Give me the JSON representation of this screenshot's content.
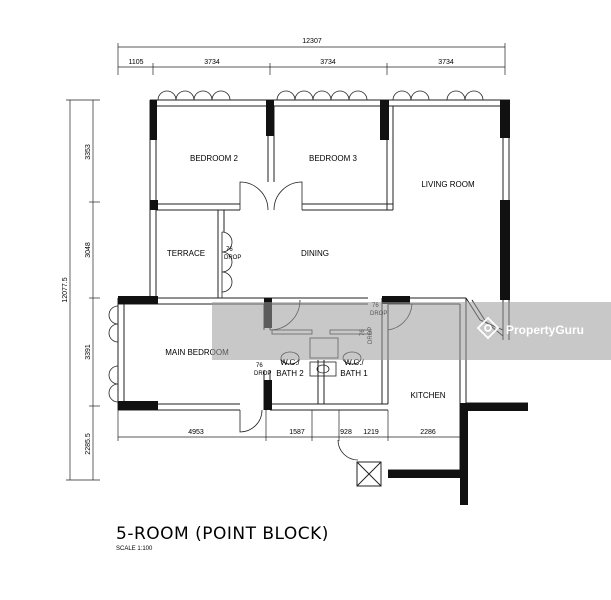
{
  "dimensions": {
    "overall_width": "12307",
    "top_segments": [
      "1105",
      "3734",
      "3734",
      "3734"
    ],
    "overall_height": "12077.5",
    "left_segments": [
      "3353",
      "3048",
      "3391",
      "2285.5"
    ],
    "bottom_segments": [
      "4953",
      "1587",
      "928",
      "1219",
      "2286"
    ]
  },
  "rooms": {
    "bedroom2": "BEDROOM 2",
    "bedroom3": "BEDROOM 3",
    "living_room": "LIVING ROOM",
    "terrace": "TERRACE",
    "dining": "DINING",
    "main_bedroom": "MAIN BEDROOM",
    "wc_bath2_line1": "W.C./",
    "wc_bath2_line2": "BATH 2",
    "wc_bath1_line1": "W.C./",
    "wc_bath1_line2": "BATH 1",
    "kitchen": "KITCHEN"
  },
  "drops": {
    "label_76": "76",
    "label_drop": "DROP"
  },
  "title": "5-ROOM (POINT BLOCK)",
  "scale": "SCALE  1:100",
  "watermark": "PropertyGuru",
  "colors": {
    "wall": "#111111",
    "line": "#222222",
    "watermark_bg": "#9a9a9a"
  }
}
